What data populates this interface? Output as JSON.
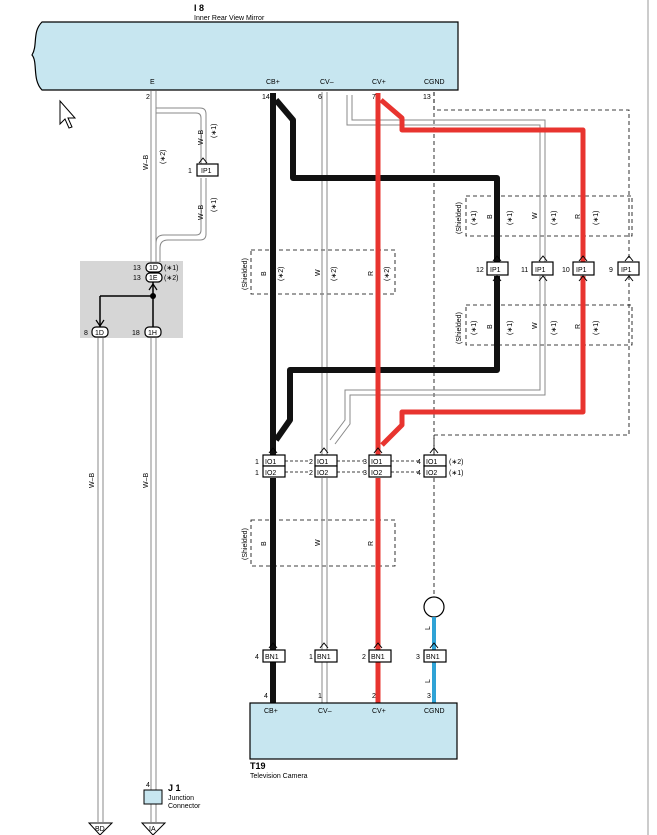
{
  "components": {
    "mirror": {
      "id": "I 8",
      "name": "Inner Rear View Mirror",
      "terminals": {
        "e": "E",
        "cb": "CB+",
        "cvm": "CV–",
        "cvp": "CV+",
        "cgnd": "CGND"
      },
      "pins": {
        "e": "2",
        "cb": "14",
        "cvm": "6",
        "cvp": "7",
        "cgnd": "13"
      }
    },
    "camera": {
      "id": "T19",
      "name": "Television Camera",
      "terminals": {
        "cb": "CB+",
        "cvm": "CV–",
        "cvp": "CV+",
        "cgnd": "CGND"
      },
      "pins": {
        "cb": "4",
        "cvm": "1",
        "cvp": "2",
        "cgnd": "3"
      }
    },
    "junction": {
      "id": "J 1",
      "name1": "Junction",
      "name2": "Connector",
      "pin": "4"
    }
  },
  "connectors": {
    "ip1": "IP1",
    "io1": "IO1",
    "io2": "IO2",
    "bn1": "BN1",
    "c1d": "1D",
    "c1e": "1E",
    "c1h": "1H",
    "pins": {
      "ip1_left": "1",
      "ip1_b": "12",
      "ip1_w": "11",
      "ip1_r": "10",
      "ip1_g": "9",
      "c1d_13": "13",
      "c1e_13": "13",
      "c1d_8": "8",
      "c1h_18": "18",
      "io_1": "1",
      "io_2": "2",
      "io_3": "3",
      "io_4": "4",
      "bn_4": "4",
      "bn_1": "1",
      "bn_2": "2",
      "bn_3": "3"
    }
  },
  "wire_colors": {
    "b": "B",
    "w": "W",
    "r": "R",
    "wb": "W–B",
    "l": "L"
  },
  "notes": {
    "n1": "(∗1)",
    "n2": "(∗2)",
    "shielded": "(Shielded)"
  },
  "grounds": {
    "bd": "BD",
    "ia": "IA"
  },
  "colors": {
    "housing": "#c7e6f0",
    "red": "#e8342f",
    "blue": "#2fa3d6",
    "black": "#111111",
    "gray": "#888888",
    "splice_bg": "#d6d6d6"
  }
}
